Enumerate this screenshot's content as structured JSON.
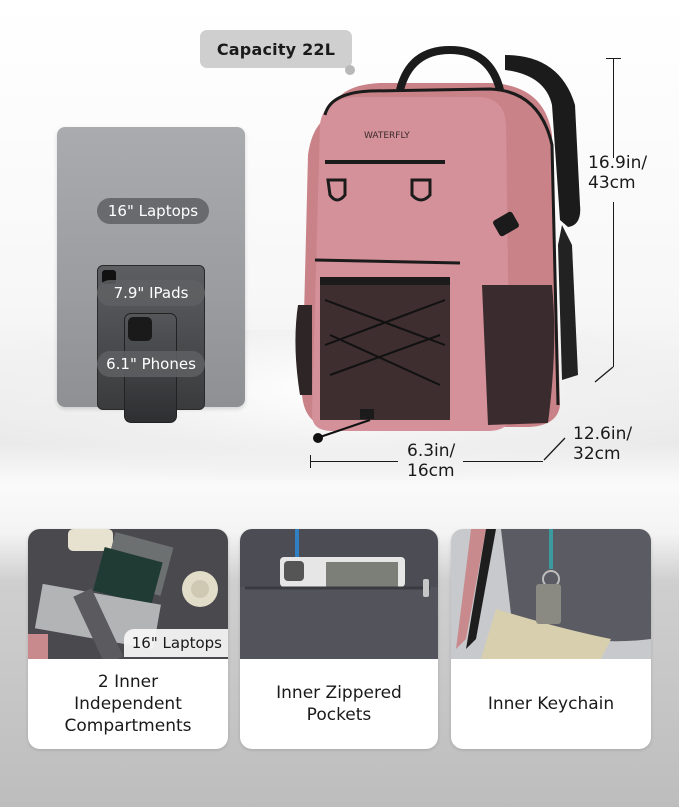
{
  "capacity": {
    "label": "Capacity 22L"
  },
  "devices": {
    "laptop": "16\" Laptops",
    "ipad": "7.9\" IPads",
    "phone": "6.1\" Phones"
  },
  "backpack": {
    "brand": "WATERFLY",
    "color": "#d08b8f"
  },
  "dimensions": {
    "height": {
      "line1": "16.9in/",
      "line2": "43cm"
    },
    "depth": {
      "line1": "12.6in/",
      "line2": "32cm"
    },
    "width": {
      "line1": "6.3in/",
      "line2": "16cm"
    }
  },
  "features": [
    {
      "label_lines": [
        "2 Inner",
        "Independent",
        "Compartments"
      ],
      "tag": "16\" Laptops"
    },
    {
      "label_lines": [
        "Inner Zippered",
        "Pockets"
      ]
    },
    {
      "label_lines": [
        "Inner Keychain"
      ]
    }
  ]
}
